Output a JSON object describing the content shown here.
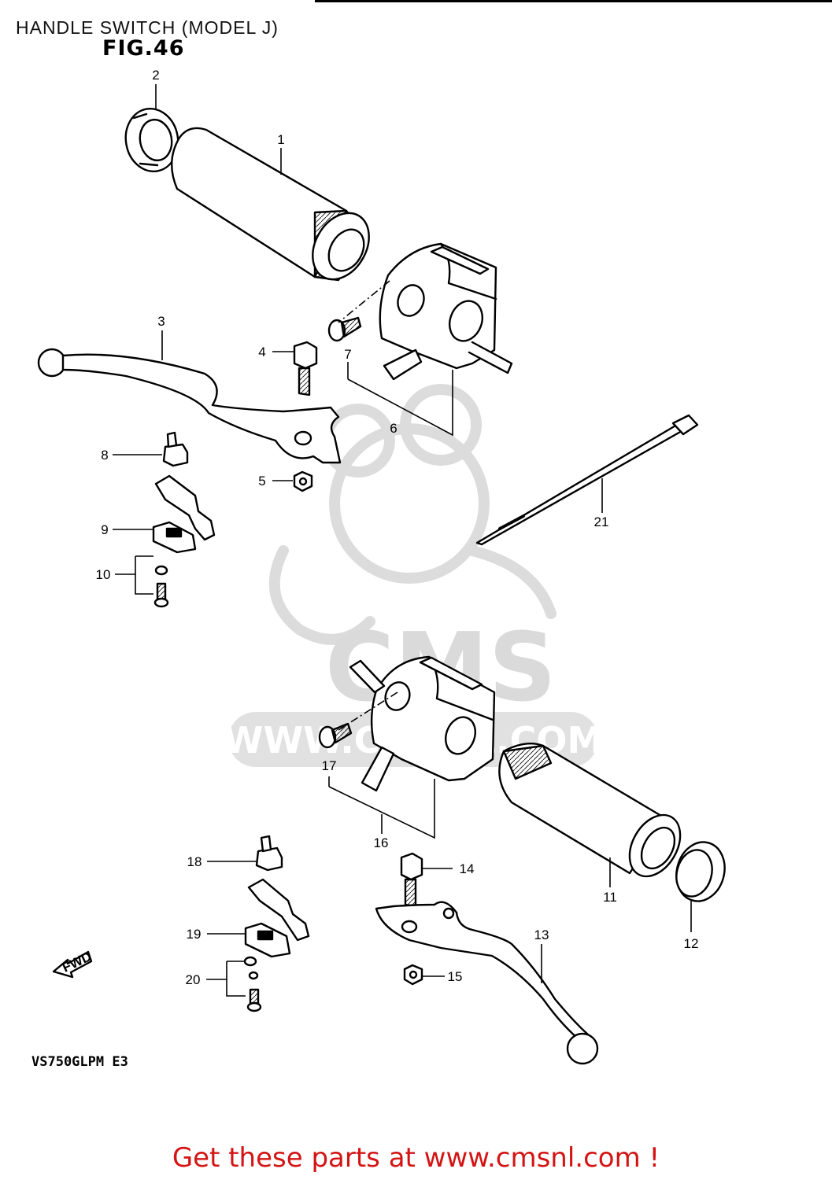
{
  "header": {
    "title": "HANDLE SWITCH (MODEL J)",
    "figure": "FIG.46"
  },
  "footer": {
    "model_code": "VS750GLPM E3",
    "cta": "Get these parts at www.cmsnl.com !"
  },
  "watermark": {
    "brand": "CMS",
    "url": "WWW.CMSNL.COM"
  },
  "fwd_arrow_label": "FWD",
  "callouts": {
    "c1": "1",
    "c2": "2",
    "c3": "3",
    "c4": "4",
    "c5": "5",
    "c6": "6",
    "c7": "7",
    "c8": "8",
    "c9": "9",
    "c10": "10",
    "c11": "11",
    "c12": "12",
    "c13": "13",
    "c14": "14",
    "c15": "15",
    "c16": "16",
    "c17": "17",
    "c18": "18",
    "c19": "19",
    "c20": "20",
    "c21": "21"
  },
  "colors": {
    "cta": "#d41414",
    "line": "#000000",
    "watermark": "#d8d8d8"
  }
}
